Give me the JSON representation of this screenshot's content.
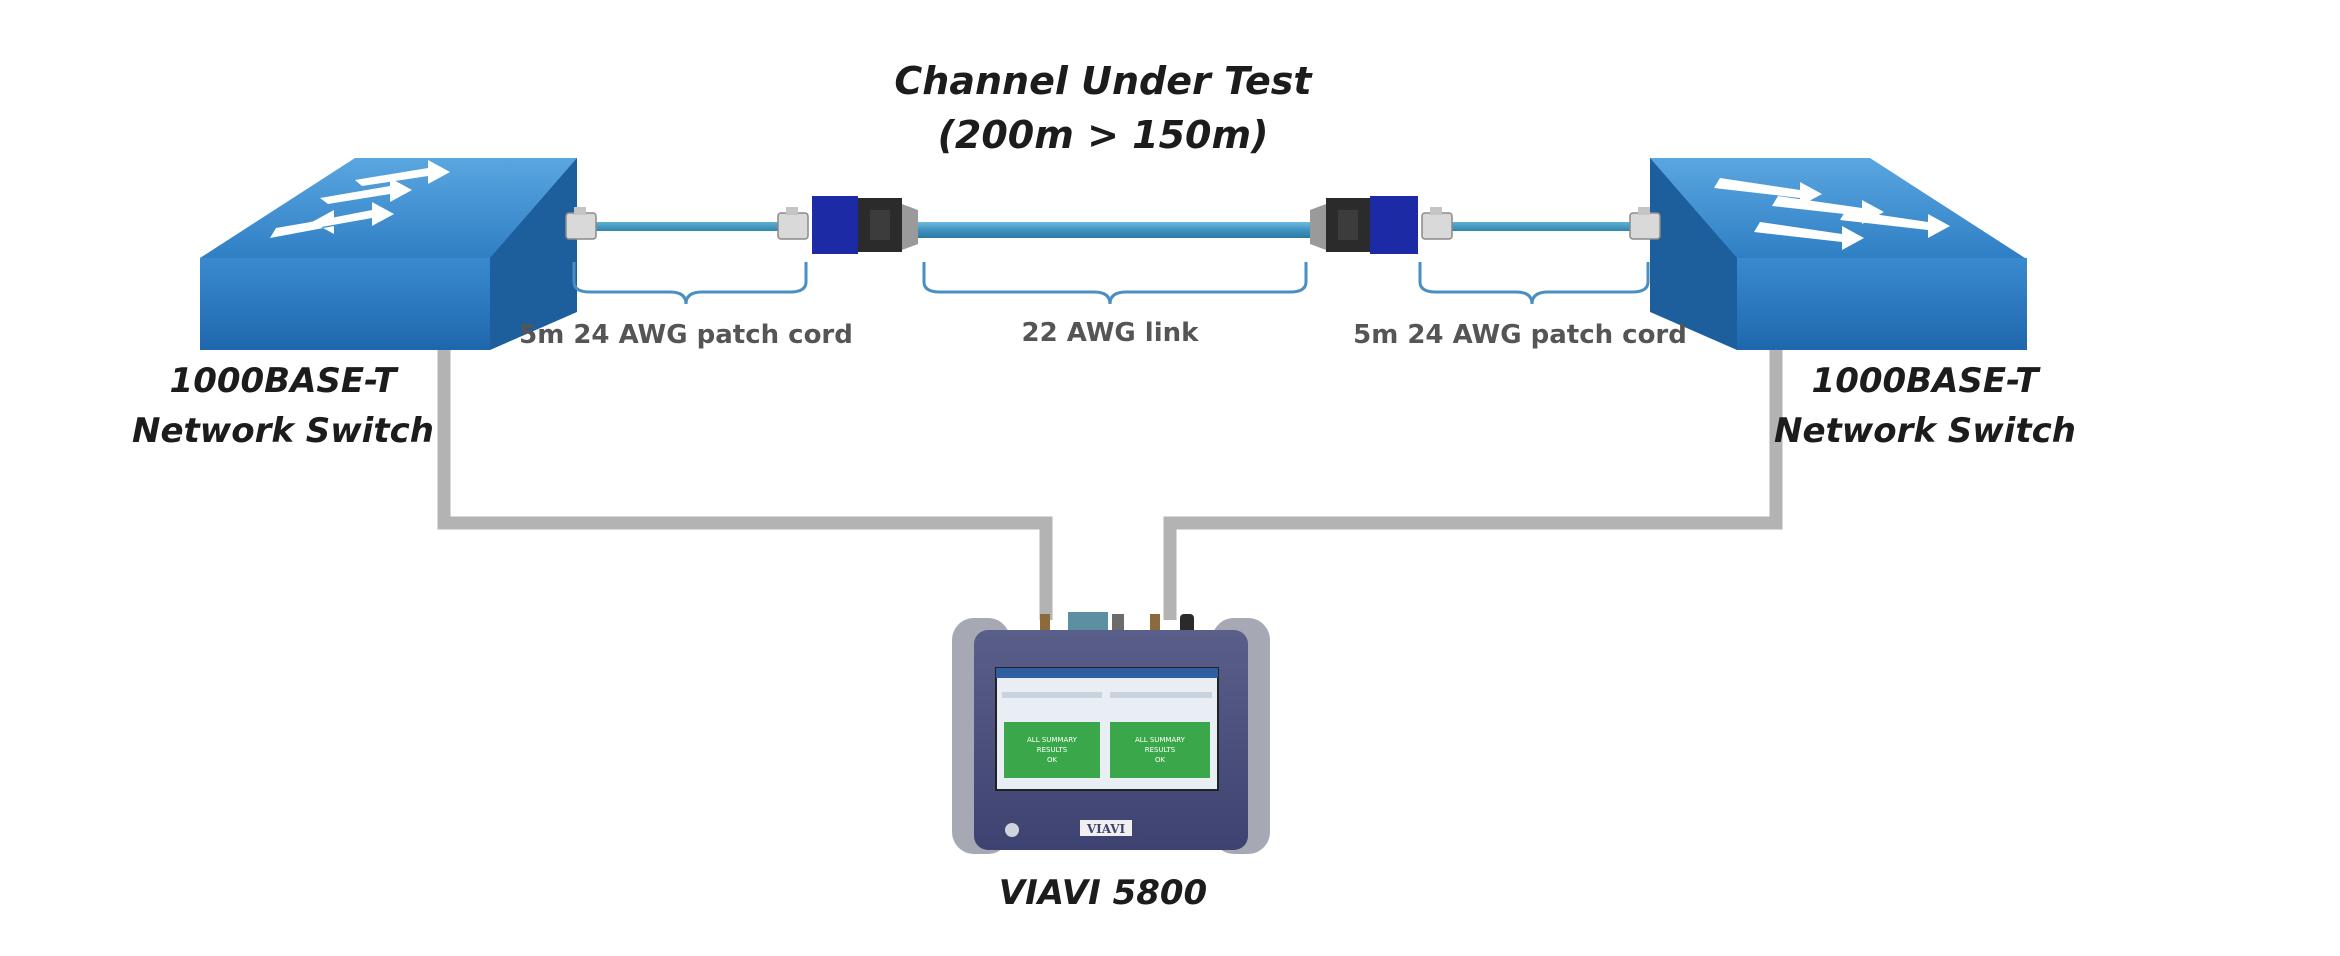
{
  "title": {
    "line1": "Channel Under Test",
    "line2": "(200m > 150m)"
  },
  "switches": [
    {
      "line1": "1000BASE-T",
      "line2": "Network Switch"
    },
    {
      "line1": "1000BASE-T",
      "line2": "Network Switch"
    }
  ],
  "cable_labels": {
    "left_patch": "5m 24 AWG patch cord",
    "link": "22 AWG link",
    "right_patch": "5m 24 AWG patch cord"
  },
  "tester": {
    "label": "VIAVI 5800",
    "brand": "VIAVI",
    "screen_left": {
      "line1": "ALL SUMMARY",
      "line2": "RESULTS",
      "line3": "OK"
    },
    "screen_right": {
      "line1": "ALL SUMMARY",
      "line2": "RESULTS",
      "line3": "OK"
    }
  },
  "colors": {
    "switch_top": "#3f8fd2",
    "switch_front": "#2472b8",
    "switch_side": "#1c5f9c",
    "cable": "#4a9ec4",
    "bracket": "#4a8ec2",
    "gray_line": "#b3b3b3",
    "connector": "#1d2aa6",
    "screen_ok": "#3aa84a"
  }
}
